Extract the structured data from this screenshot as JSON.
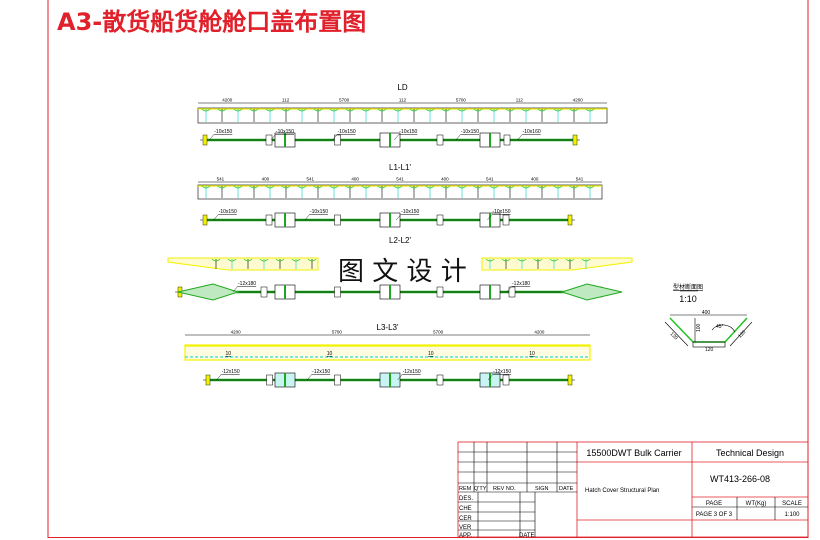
{
  "title": "A3-散货船货舱舱口盖布置图",
  "watermark": "图 文 设 计",
  "colors": {
    "frame": "#e0202a",
    "beam_top": "#f2f200",
    "web": "#00d0d0",
    "plate": "#1fa81f",
    "stiffener": "#18c818",
    "line": "#000000"
  },
  "views": [
    {
      "label": "LD",
      "dims": [
        "4200",
        "112",
        "5700",
        "112",
        "5700",
        "112",
        "4200"
      ],
      "plates": [
        "-10x150",
        "-10x150",
        "-10x150",
        "-10x150",
        "-10x150",
        "-10x160"
      ]
    },
    {
      "label": "L1-L1'",
      "dims": [
        "541",
        "400",
        "541",
        "400",
        "541",
        "400",
        "541",
        "400",
        "541"
      ],
      "plates": [
        "-10x150",
        "-10x150",
        "-10x150",
        "-10x150"
      ]
    },
    {
      "label": "L2-L2'",
      "dims": [],
      "plates": [
        "-12x180",
        "-12x180"
      ]
    },
    {
      "label": "L3-L3'",
      "dims": [
        "4200",
        "5700",
        "5700",
        "4200"
      ],
      "inner": [
        "10",
        "10",
        "10",
        "10"
      ],
      "plates": [
        "-12x150",
        "-12x150",
        "-12x150",
        "-12x150"
      ]
    }
  ],
  "section": {
    "title": "型材断面图",
    "scale": "1:10",
    "dims": [
      "400",
      "120",
      "100",
      "120",
      "120",
      "45°"
    ]
  },
  "title_block": {
    "ship": "15500DWT  Bulk Carrier",
    "stage": "Technical Design",
    "drawing_name": "Hatch Cover Structural Plan",
    "drawing_no": "WT413-266-08",
    "rev_headers": [
      "REM",
      "Q'TY",
      "REV NO.",
      "SIGN",
      "DATE"
    ],
    "sign_rows": [
      "DES.",
      "CHE",
      "CER",
      "VER",
      "APP."
    ],
    "date_label": "DATE",
    "page_label": "PAGE",
    "weight_label": "WT(Kg)",
    "scale_label": "SCALE",
    "page_value": "PAGE 3 OF 3",
    "weight_value": "",
    "scale_value": "1:100"
  }
}
